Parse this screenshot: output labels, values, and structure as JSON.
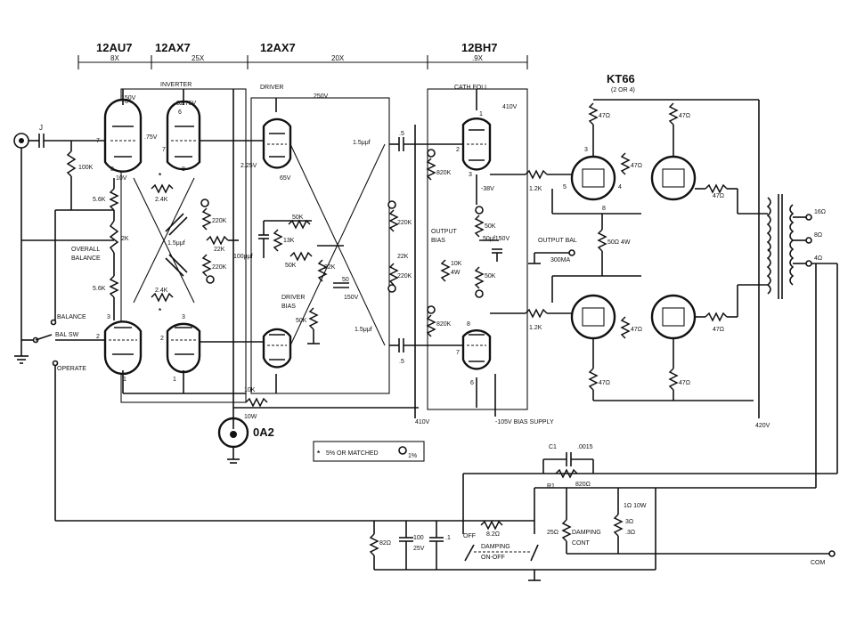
{
  "tubes": {
    "v1": "12AU7",
    "v2": "12AX7",
    "v3": "12AX7",
    "v4": "12BH7",
    "v5": "KT66",
    "v5_count": "(2 OR 4)",
    "reg": "0A2"
  },
  "gains": {
    "g1": "8X",
    "g2": "25X",
    "g3": "20X",
    "g4": ".9X"
  },
  "sections": {
    "inverter": "INVERTER",
    "driver": "DRIVER",
    "cathfoll": "CATH FOLL"
  },
  "labels": {
    "input": "J",
    "overall_balance_1": "OVERALL",
    "overall_balance_2": "BALANCE",
    "balance": "BALANCE",
    "bal_sw": "BAL SW",
    "operate": "OPERATE",
    "driver_bias_1": "DRIVER",
    "driver_bias_2": "BIAS",
    "output_bias_1": "OUTPUT",
    "output_bias_2": "BIAS",
    "output_bal": "OUTPUT BAL",
    "bias_supply": "-105V BIAS SUPPLY",
    "note": "5% OR MATCHED",
    "note_sym": "1%",
    "damping_1": "DAMPING",
    "damping_2": "CONT",
    "damp_sw_1": "DAMPING",
    "damp_sw_2": "ON-OFF",
    "off": "OFF",
    "com": "COM",
    "tap16": "16Ω",
    "tap8": "8Ω",
    "tap4": "4Ω"
  },
  "values": {
    "v150": "150V",
    "v8275": "82.75V",
    "v75": ".75V",
    "v10": "10V",
    "r100k": "100K",
    "r58k_a": "5.6K",
    "r2k": "2K",
    "r58k_b": "5.6K",
    "r24k_a": "2.4K",
    "r24k_b": "2.4K",
    "c15_a": "1.5μμf",
    "r220k_1": "220K",
    "r22k_1": "22K",
    "r220k_2": "220K",
    "v250": "250V",
    "v225": "2.25V",
    "v65": "65V",
    "c100": "100μμf",
    "r13k": "13K",
    "r50k_1": "50K",
    "r50k_2": "50K",
    "r22k_2": "22K",
    "r50k_3": "50K",
    "c50_1": "50",
    "c50_1v": "150V",
    "c15_b": "1.5μμf",
    "c15_c": "1.5μμf",
    "r220k_3": "220K",
    "r22k_3": "22K",
    "r220k_4": "220K",
    "c05a": ".5",
    "c05b": ".5",
    "v410a": "410V",
    "r820k_1": "820K",
    "r820k_2": "820K",
    "r10k": "10K",
    "r10k_w": "4W",
    "v38": "-38V",
    "r50k_4": "50K",
    "r50k_5": "50K",
    "c50_2": "50μf150V",
    "r12k_1": "1.2K",
    "r12k_2": "1.2K",
    "r47_1": "47Ω",
    "r47_2": "47Ω",
    "r47_3": "47Ω",
    "r47_4": "47Ω",
    "r47_5": "47Ω",
    "r47_6": "47Ω",
    "r47_7": "47Ω",
    "r47_8": "47Ω",
    "r50_bal": "50Ω 4W",
    "ma300": "300MA",
    "v420": "420V",
    "v410b": "410V",
    "r10k_b": "10K",
    "r10k_bw": "10W",
    "c1": "C1",
    "c1v": ".0015",
    "r1": "R1",
    "r1v": "820Ω",
    "r82": "82Ω",
    "c100u": "100",
    "c100uv": "25V",
    "c1u": ".1",
    "r82b": "8.2Ω",
    "r25": "25Ω",
    "rpot": "1Ω 10W",
    "rpotb": "3Ω",
    "rpotc": ".3Ω",
    "pin1": "1",
    "pin2": "2",
    "pin3": "3",
    "pin5": "5",
    "pin6": "6",
    "pin7": "7",
    "pin8": "8",
    "pin4": "4"
  }
}
